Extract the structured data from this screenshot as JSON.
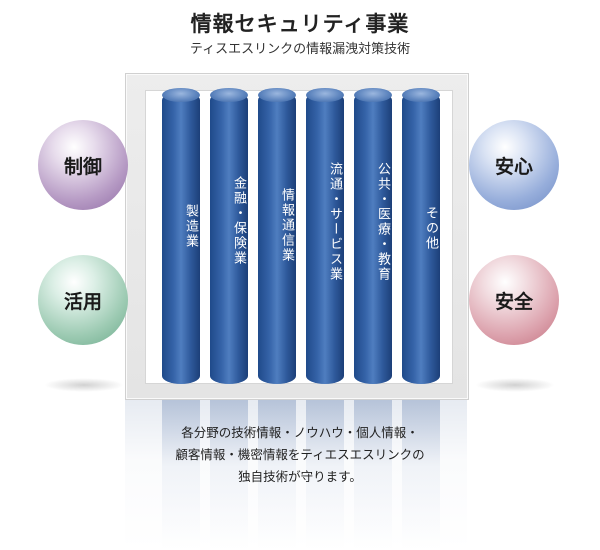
{
  "header": {
    "title": "情報セキュリティ事業",
    "subtitle": "ティスエスリンクの情報漏洩対策技術"
  },
  "pillars": [
    {
      "label": "製造業"
    },
    {
      "label": "金融・保険業"
    },
    {
      "label": "情報通信業"
    },
    {
      "label": "流通・サービス業"
    },
    {
      "label": "公共・医療・教育"
    },
    {
      "label": "その他"
    }
  ],
  "spheres": {
    "left_top": "制御",
    "left_bottom": "活用",
    "right_top": "安心",
    "right_bottom": "安全"
  },
  "description": {
    "line1": "各分野の技術情報・ノウハウ・個人情報・",
    "line2": "顧客情報・機密情報をティエスエスリンクの",
    "line3": "独自技術が守ります。"
  },
  "colors": {
    "pillar": "#3563a8",
    "sphere_purple": "#b69ac4",
    "sphere_green": "#9ccab2",
    "sphere_blue": "#97aedb",
    "sphere_pink": "#dca2ad"
  }
}
